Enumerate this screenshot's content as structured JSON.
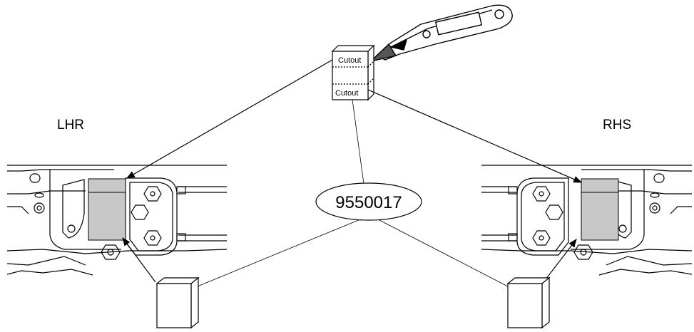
{
  "labels": {
    "left_side": "LHR",
    "right_side": "RHS",
    "part_number": "9550017",
    "cutout_top": "Cutout",
    "cutout_bottom": "Cutout"
  },
  "colors": {
    "line": "#000000",
    "block_fill": "#c8c8c8",
    "background": "#ffffff"
  },
  "icons": [
    "utility-knife-icon",
    "foam-block-icon",
    "bolt-icon",
    "arrow-icon"
  ]
}
